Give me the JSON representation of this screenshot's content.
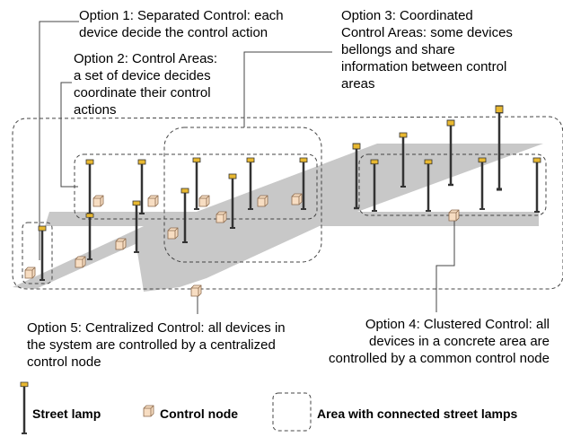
{
  "options": {
    "opt1": "Option 1: Separated Control: each\ndevice decide the control action",
    "opt2": "Option 2: Control Areas:\na set of device decides\ncoordinate their control\nactions",
    "opt3": "Option 3: Coordinated\nControl Areas: some devices\nbellongs and share\ninformation between control\nareas",
    "opt4": "Option 4: Clustered Control: all\ndevices in a concrete area are\ncontrolled by a common control node",
    "opt5": "Option 5: Centralized Control: all devices in\nthe system are controlled by a centralized\ncontrol node"
  },
  "legend": {
    "street_lamp": "Street lamp",
    "control_node": "Control node",
    "area": "Area with connected street lamps"
  },
  "colors": {
    "road": "#c8c8c8",
    "lamp_pole": "#333333",
    "lamp_head": "#e8b830",
    "node_fill": "#f7ddc2",
    "node_stroke": "#8c6a4c",
    "dashed": "#444444"
  },
  "icons": {
    "street_lamp": "street-lamp-icon",
    "control_node": "control-node-icon"
  }
}
